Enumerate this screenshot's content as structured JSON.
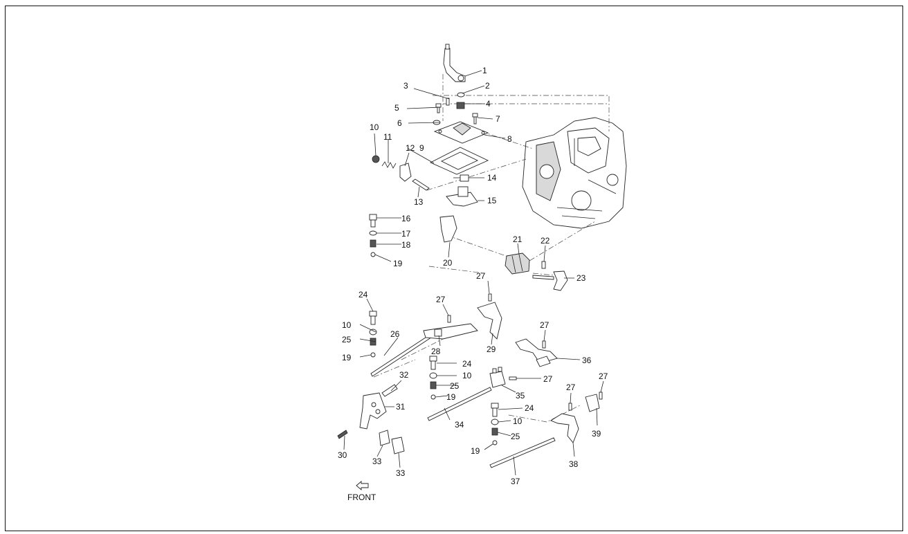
{
  "diagram": {
    "part_numbers": [
      "1",
      "2",
      "3",
      "4",
      "5",
      "6",
      "7",
      "8",
      "9",
      "10",
      "11",
      "12",
      "13",
      "14",
      "15",
      "16",
      "17",
      "18",
      "19",
      "20",
      "21",
      "22",
      "23",
      "24",
      "10",
      "25",
      "26",
      "27",
      "19",
      "27",
      "28",
      "29",
      "24",
      "10",
      "25",
      "19",
      "27",
      "36",
      "32",
      "27",
      "35",
      "31",
      "34",
      "24",
      "10",
      "27",
      "27",
      "30",
      "25",
      "19",
      "39",
      "33",
      "33",
      "38",
      "37"
    ],
    "direction_label": "FRONT"
  }
}
